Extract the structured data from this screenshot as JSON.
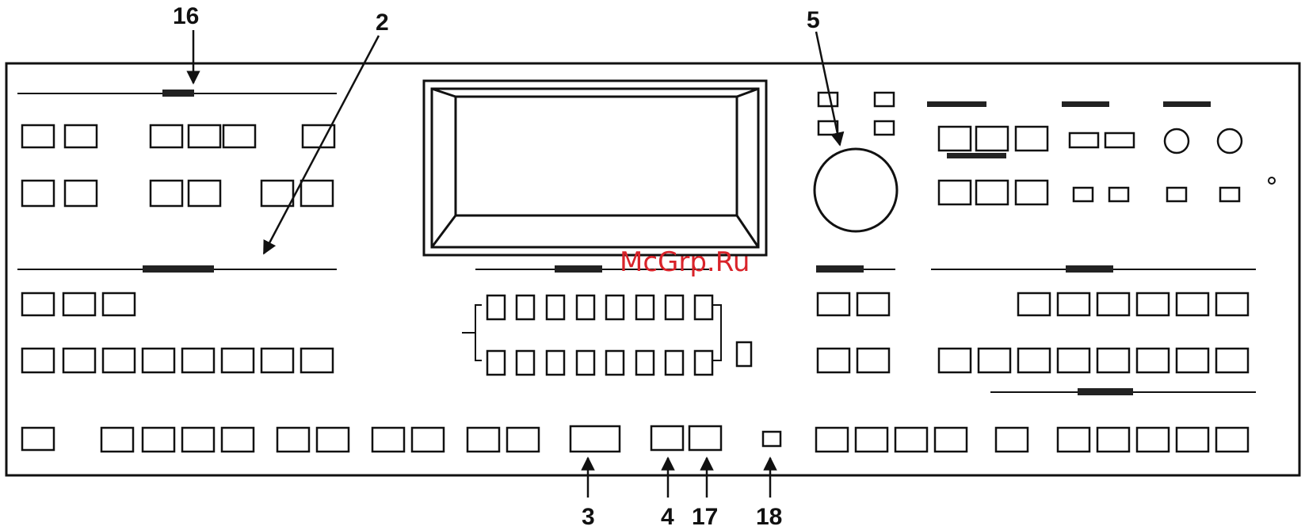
{
  "diagram": {
    "callouts": [
      {
        "id": "c16",
        "label": "16"
      },
      {
        "id": "c2",
        "label": "2"
      },
      {
        "id": "c5",
        "label": "5"
      },
      {
        "id": "c3",
        "label": "3"
      },
      {
        "id": "c4",
        "label": "4"
      },
      {
        "id": "c17",
        "label": "17"
      },
      {
        "id": "c18",
        "label": "18"
      }
    ],
    "watermark": "McGrp.Ru",
    "colors": {
      "line": "#1a1a1a",
      "panel_bg": "#ffffff",
      "watermark": "#d9232a"
    }
  }
}
